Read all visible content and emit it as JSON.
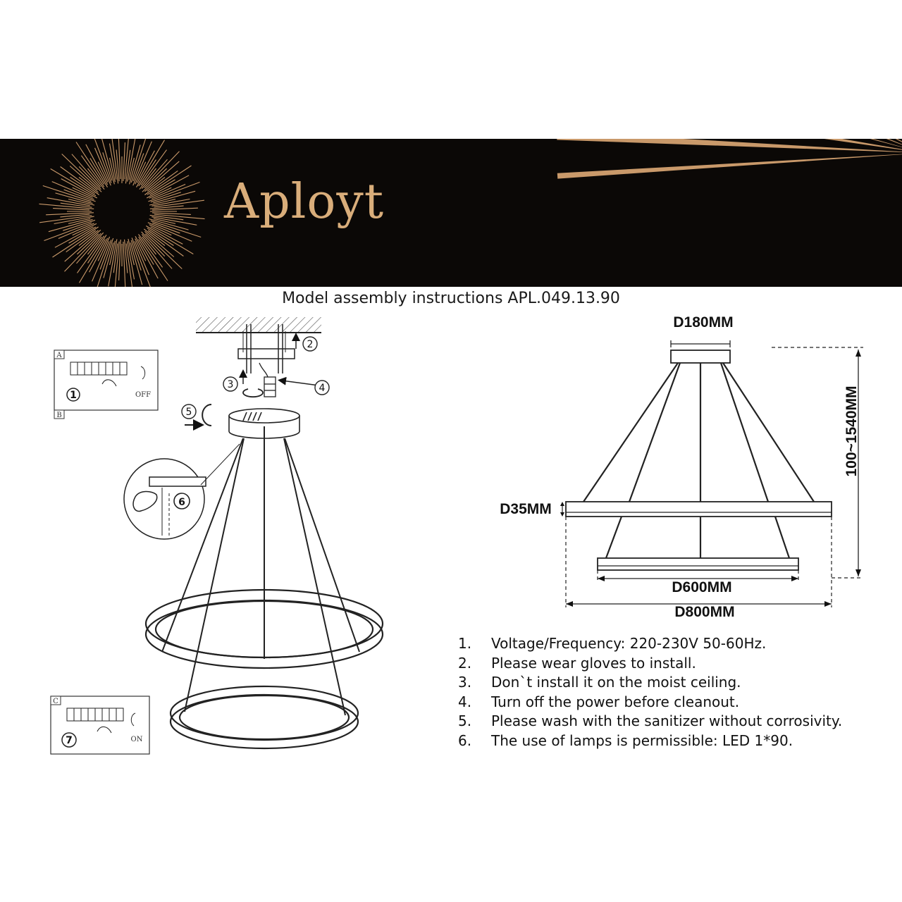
{
  "brand": {
    "name": "Aployt",
    "accent_color": "#d9ad7a",
    "banner_color": "#0b0806"
  },
  "title": "Model assembly instructions APL.049.13.90",
  "dimensions": {
    "top_canopy": "D180MM",
    "height": "100~1540MM",
    "ring_thickness": "D35MM",
    "small_ring": "D600MM",
    "large_ring": "D800MM"
  },
  "steps": {
    "panel_a": {
      "letter": "A",
      "number": "1",
      "label": "OFF"
    },
    "panel_b": {
      "letter": "B"
    },
    "panel_c": {
      "letter": "C",
      "number": "7",
      "label": "ON"
    },
    "callouts": [
      "2",
      "3",
      "4",
      "5",
      "6"
    ]
  },
  "instructions": [
    {
      "num": "1.",
      "text": "Voltage/Frequency: 220-230V 50-60Hz."
    },
    {
      "num": "2.",
      "text": "Please wear gloves to install."
    },
    {
      "num": "3.",
      "text": "Don`t install it on the moist ceiling."
    },
    {
      "num": "4.",
      "text": "Turn off the power before cleanout."
    },
    {
      "num": "5.",
      "text": "Please wash with the sanitizer without corrosivity."
    },
    {
      "num": "6.",
      "text": "The use of lamps is permissible: LED 1*90."
    }
  ]
}
